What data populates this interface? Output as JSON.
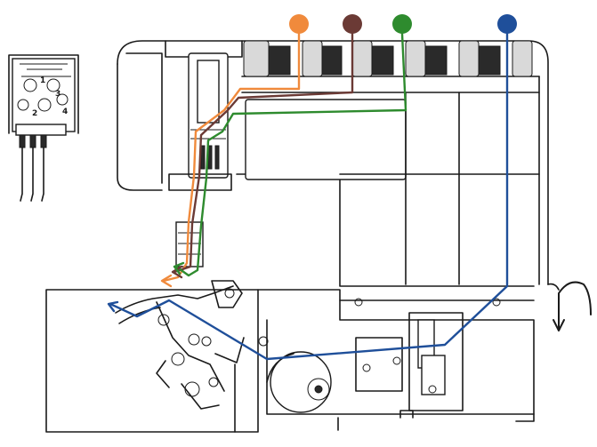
{
  "colors": {
    "thread_1": "#f08a3c",
    "thread_2": "#6b3a35",
    "thread_3": "#2e8b2e",
    "thread_4": "#1f4f9a"
  },
  "threads": [
    {
      "color_key": "thread_1",
      "icon": "orange-dot"
    },
    {
      "color_key": "thread_2",
      "icon": "brown-dot"
    },
    {
      "color_key": "thread_3",
      "icon": "green-dot"
    },
    {
      "color_key": "thread_4",
      "icon": "blue-dot"
    }
  ],
  "needle_labels": [
    "1",
    "2",
    "3",
    "4"
  ],
  "icons": {
    "rotation": "curved-arrow-icon",
    "needle_plate": "needle-detail-icon"
  }
}
